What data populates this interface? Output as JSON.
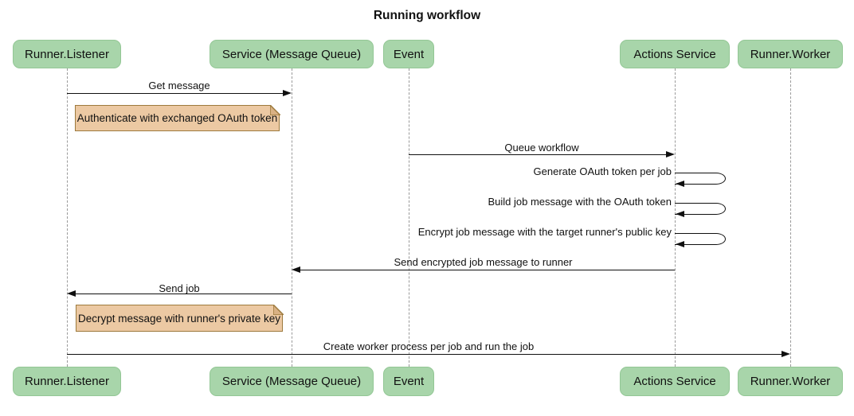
{
  "title": "Running workflow",
  "participants": [
    {
      "id": "runner-listener",
      "label": "Runner.Listener"
    },
    {
      "id": "service-message-queue",
      "label": "Service (Message Queue)"
    },
    {
      "id": "event",
      "label": "Event"
    },
    {
      "id": "actions-service",
      "label": "Actions Service"
    },
    {
      "id": "runner-worker",
      "label": "Runner.Worker"
    }
  ],
  "messages": [
    {
      "label": "Get message",
      "from": "Runner.Listener",
      "to": "Service (Message Queue)",
      "kind": "arrow"
    },
    {
      "label": "Queue workflow",
      "from": "Event",
      "to": "Actions Service",
      "kind": "arrow"
    },
    {
      "label": "Generate OAuth token per job",
      "from": "Actions Service",
      "to": "Actions Service",
      "kind": "self"
    },
    {
      "label": "Build job message with the OAuth token",
      "from": "Actions Service",
      "to": "Actions Service",
      "kind": "self"
    },
    {
      "label": "Encrypt job message with the target runner's public key",
      "from": "Actions Service",
      "to": "Actions Service",
      "kind": "self"
    },
    {
      "label": "Send encrypted job message to runner",
      "from": "Actions Service",
      "to": "Service (Message Queue)",
      "kind": "arrow"
    },
    {
      "label": "Send job",
      "from": "Service (Message Queue)",
      "to": "Runner.Listener",
      "kind": "arrow"
    },
    {
      "label": "Create worker process per job and run the job",
      "from": "Runner.Listener",
      "to": "Runner.Worker",
      "kind": "arrow"
    }
  ],
  "notes": [
    {
      "label": "Authenticate with exchanged OAuth token",
      "position": "right of Runner.Listener"
    },
    {
      "label": "Decrypt message with runner's private key",
      "position": "right of Runner.Listener"
    }
  ],
  "colors": {
    "participant_fill": "#a8d5aa",
    "participant_border": "#93c795",
    "note_fill": "#ecc9a3",
    "note_border": "#9d7a3d",
    "note_fold": "#d9b184",
    "lifeline": "#9a9a9a",
    "arrow": "#101010",
    "text": "#111111",
    "background": "#ffffff"
  }
}
